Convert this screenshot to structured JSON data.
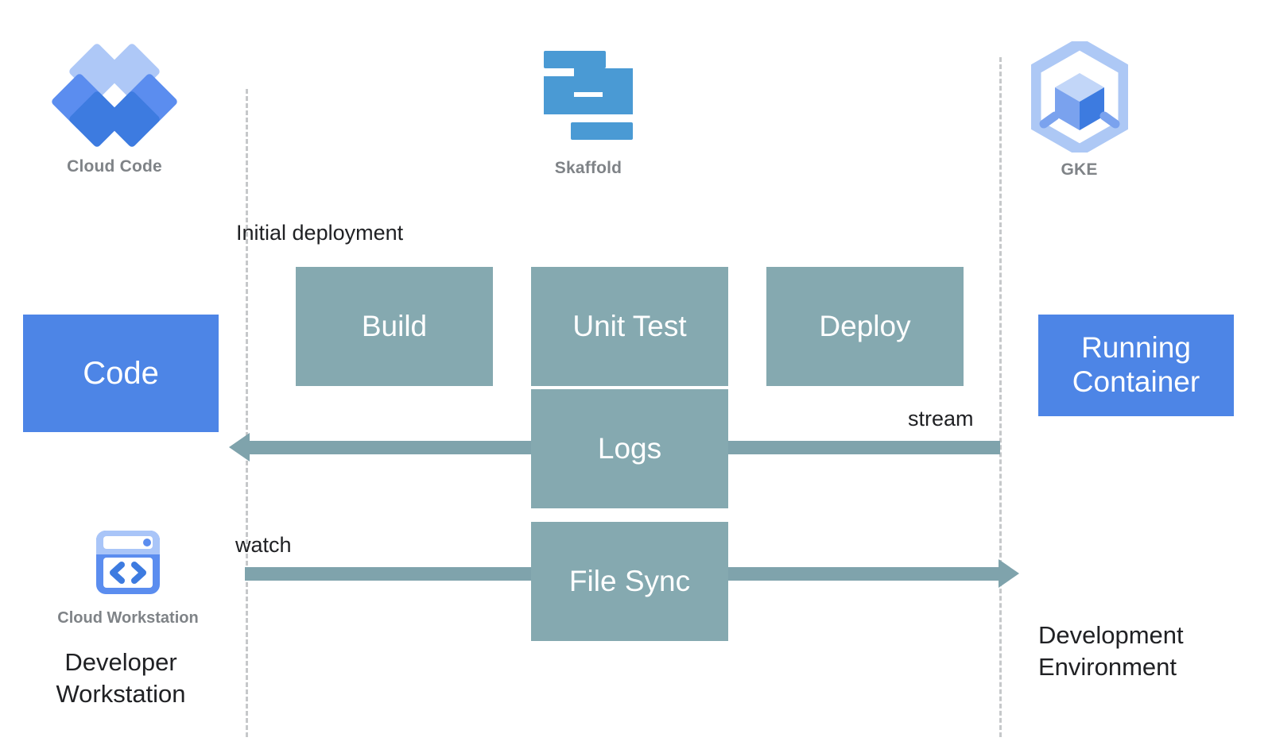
{
  "diagram": {
    "title": "Skaffold development loop between Developer Workstation and Development Environment",
    "colors": {
      "teal_box": "#85a9b0",
      "flow_line": "#7fa3ac",
      "blue_box": "#4d85e6",
      "logo_blue_light": "#aec8f7",
      "logo_blue_mid": "#5b8def",
      "logo_blue_dark": "#3d7be0",
      "skaffold_blue": "#4a9ad4",
      "gke_hex": "#adc8f5",
      "dashed_line": "#c6c8ca",
      "caption_gray": "#7f8387",
      "text_dark": "#202124"
    }
  },
  "logos": [
    {
      "id": "cloud-code",
      "caption": "Cloud Code",
      "icon": "cloud-code-diamonds-icon"
    },
    {
      "id": "skaffold",
      "caption": "Skaffold",
      "icon": "skaffold-logo-icon"
    },
    {
      "id": "gke",
      "caption": "GKE",
      "icon": "gke-hexagon-cube-icon"
    }
  ],
  "endpoints": {
    "left": {
      "label": "Code",
      "icon": "code-box"
    },
    "right": {
      "label": "Running\nContainer",
      "icon": "running-container-box"
    }
  },
  "stages": [
    {
      "id": "build",
      "label": "Build"
    },
    {
      "id": "unit-test",
      "label": "Unit Test"
    },
    {
      "id": "deploy",
      "label": "Deploy"
    },
    {
      "id": "logs",
      "label": "Logs"
    },
    {
      "id": "file-sync",
      "label": "File Sync"
    }
  ],
  "annotations": {
    "initial_deployment": "Initial deployment",
    "watch": "watch",
    "stream": "stream"
  },
  "zones": {
    "left": {
      "icon_caption": "Cloud Workstation",
      "caption": "Developer\nWorkstation"
    },
    "right": {
      "caption": "Development\nEnvironment"
    }
  }
}
